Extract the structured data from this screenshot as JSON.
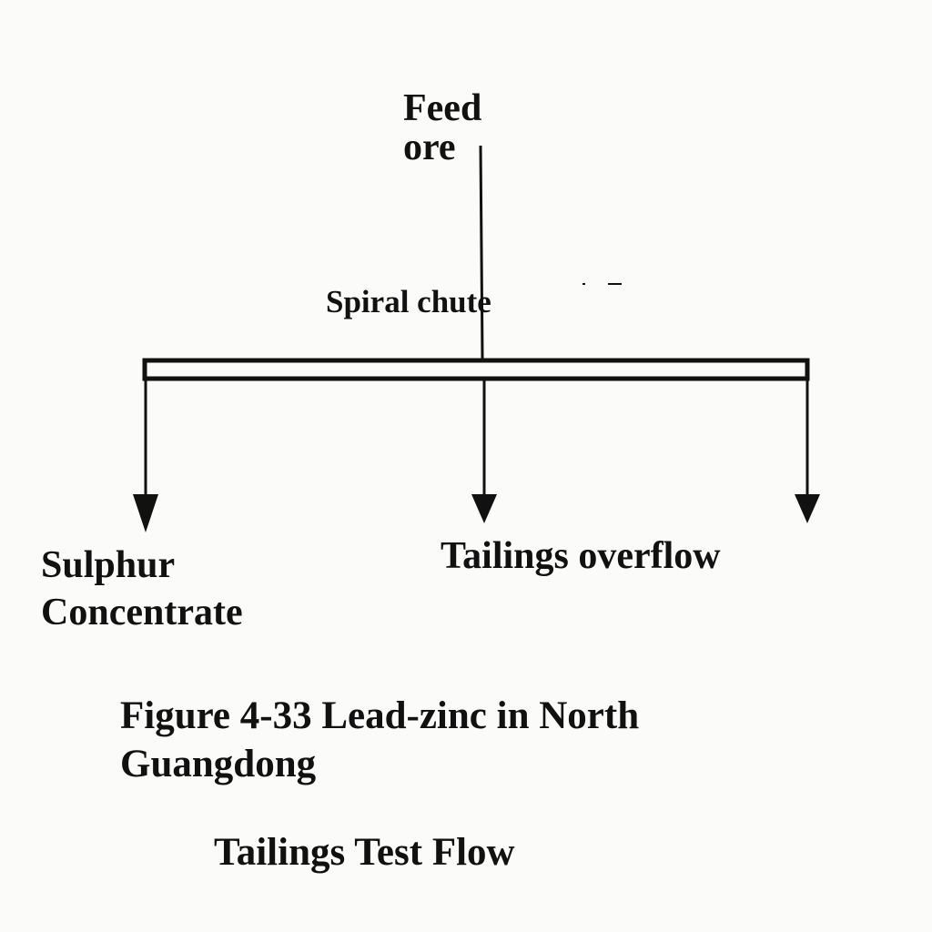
{
  "diagram": {
    "feed": {
      "line1": "Feed",
      "line2": "ore"
    },
    "process": {
      "label": "Spiral chute"
    },
    "outputs": {
      "left": {
        "line1": "Sulphur",
        "line2": "Concentrate"
      },
      "middle": {
        "label": "Tailings overflow"
      },
      "right": {
        "label": ""
      }
    },
    "caption": {
      "line1": "Figure 4-33 Lead-zinc in North",
      "line2": "Guangdong",
      "line3": "Tailings Test Flow"
    },
    "colors": {
      "ink": "#111111",
      "background": "#fbfbfa"
    }
  }
}
